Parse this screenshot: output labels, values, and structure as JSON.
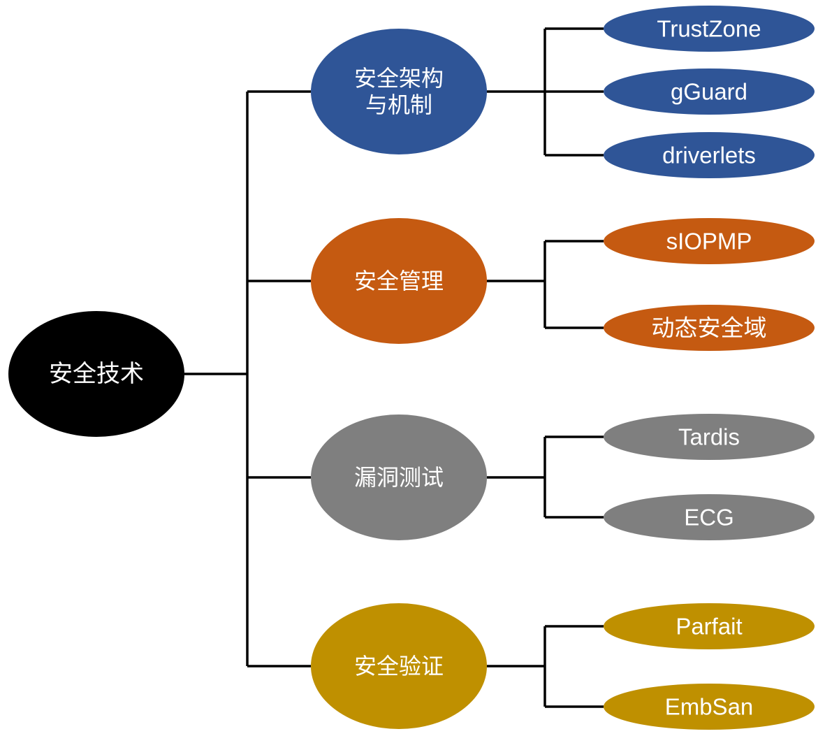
{
  "root": {
    "label": "安全技术",
    "color": "#000000"
  },
  "categories": [
    {
      "label_lines": [
        "安全架构",
        "与机制"
      ],
      "color": "#2f5597",
      "children": [
        "TrustZone",
        "gGuard",
        "driverlets"
      ]
    },
    {
      "label_lines": [
        "安全管理"
      ],
      "color": "#c55a11",
      "children": [
        "sIOPMP",
        "动态安全域"
      ]
    },
    {
      "label_lines": [
        "漏洞测试"
      ],
      "color": "#7f7f7f",
      "children": [
        "Tardis",
        "ECG"
      ]
    },
    {
      "label_lines": [
        "安全验证"
      ],
      "color": "#bf9000",
      "children": [
        "Parfait",
        "EmbSan"
      ]
    }
  ]
}
